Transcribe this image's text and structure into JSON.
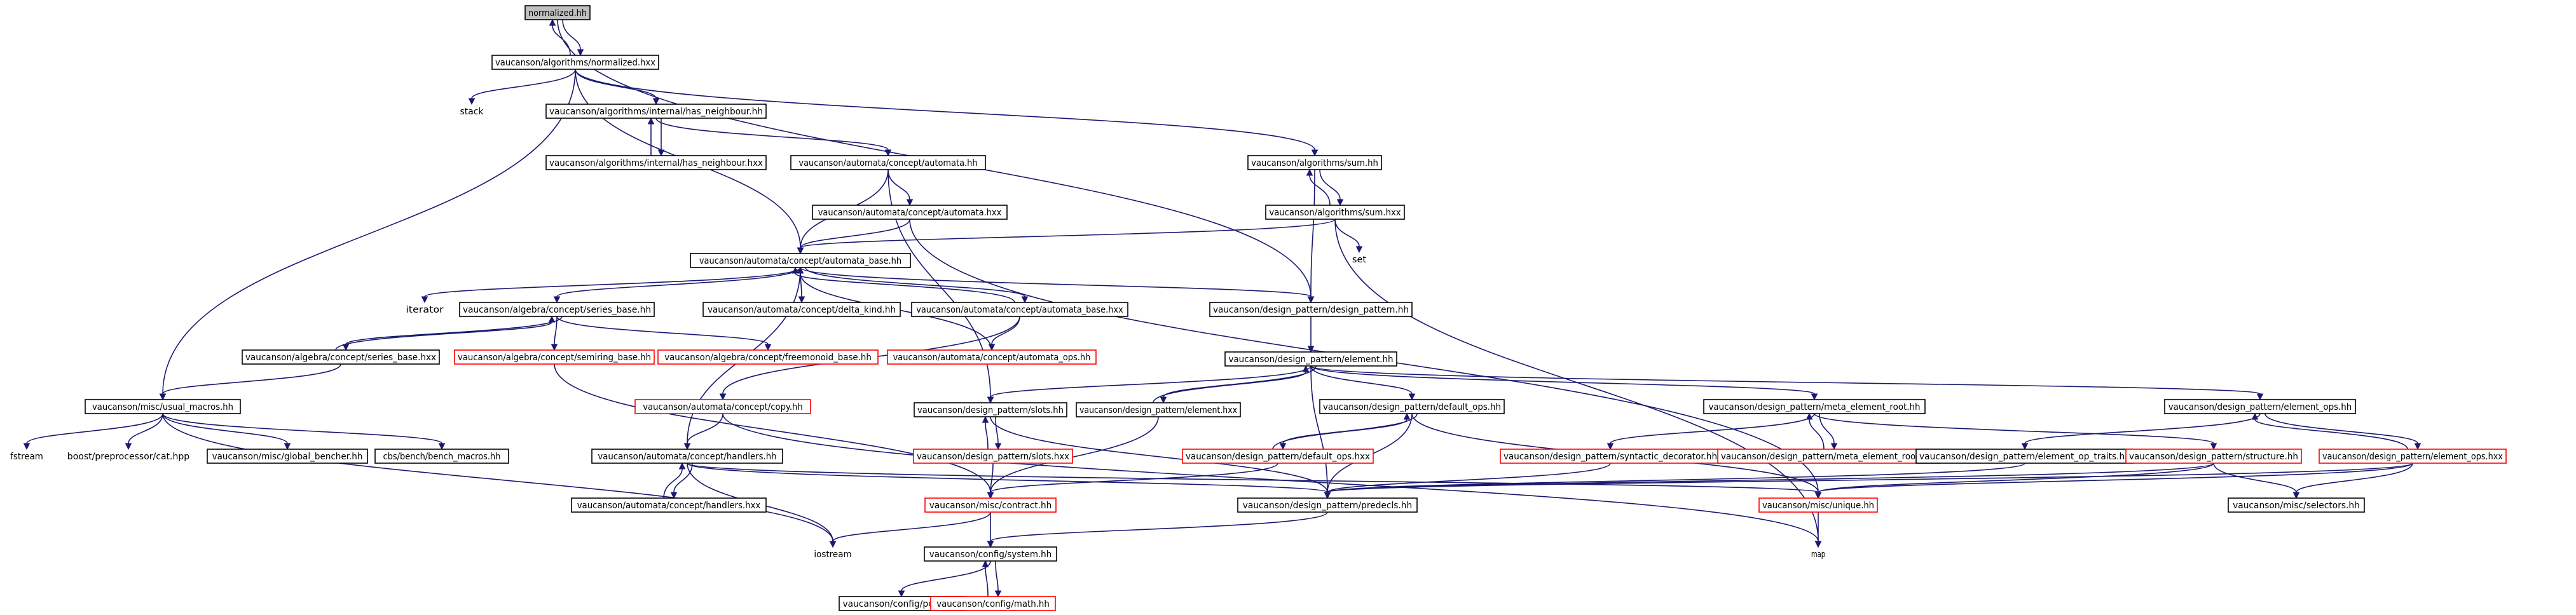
{
  "graph": {
    "edge_color": "#191970",
    "box_border": "#000000",
    "undocumented_border": "#ff0000",
    "current_fill": "#bfbfbf",
    "nodes": [
      {
        "id": "normalized_hh",
        "label": "normalized.hh",
        "kind": "current"
      },
      {
        "id": "algo_normalized_hxx",
        "label": "vaucanson/algorithms/normalized.hxx",
        "kind": "box"
      },
      {
        "id": "stack",
        "label": "stack",
        "kind": "external"
      },
      {
        "id": "has_neighbour_hh",
        "label": "vaucanson/algorithms/internal/has_neighbour.hh",
        "kind": "box"
      },
      {
        "id": "has_neighbour_hxx",
        "label": "vaucanson/algorithms/internal/has_neighbour.hxx",
        "kind": "box"
      },
      {
        "id": "automata_hh",
        "label": "vaucanson/automata/concept/automata.hh",
        "kind": "box"
      },
      {
        "id": "automata_hxx",
        "label": "vaucanson/automata/concept/automata.hxx",
        "kind": "box"
      },
      {
        "id": "sum_hh",
        "label": "vaucanson/algorithms/sum.hh",
        "kind": "box"
      },
      {
        "id": "sum_hxx",
        "label": "vaucanson/algorithms/sum.hxx",
        "kind": "box"
      },
      {
        "id": "set",
        "label": "set",
        "kind": "external"
      },
      {
        "id": "automata_base_hh",
        "label": "vaucanson/automata/concept/automata_base.hh",
        "kind": "box"
      },
      {
        "id": "iterator",
        "label": "iterator",
        "kind": "external"
      },
      {
        "id": "series_base_hh",
        "label": "vaucanson/algebra/concept/series_base.hh",
        "kind": "box"
      },
      {
        "id": "delta_kind_hh",
        "label": "vaucanson/automata/concept/delta_kind.hh",
        "kind": "box"
      },
      {
        "id": "automata_base_hxx",
        "label": "vaucanson/automata/concept/automata_base.hxx",
        "kind": "box"
      },
      {
        "id": "design_pattern_hh",
        "label": "vaucanson/design_pattern/design_pattern.hh",
        "kind": "box"
      },
      {
        "id": "series_base_hxx",
        "label": "vaucanson/algebra/concept/series_base.hxx",
        "kind": "box"
      },
      {
        "id": "semiring_base_hh",
        "label": "vaucanson/algebra/concept/semiring_base.hh",
        "kind": "undocumented"
      },
      {
        "id": "freemonoid_base_hh",
        "label": "vaucanson/algebra/concept/freemonoid_base.hh",
        "kind": "undocumented"
      },
      {
        "id": "automata_ops_hh",
        "label": "vaucanson/automata/concept/automata_ops.hh",
        "kind": "undocumented"
      },
      {
        "id": "element_hh",
        "label": "vaucanson/design_pattern/element.hh",
        "kind": "box"
      },
      {
        "id": "copy_hh",
        "label": "vaucanson/automata/concept/copy.hh",
        "kind": "undocumented"
      },
      {
        "id": "usual_macros_hh",
        "label": "vaucanson/misc/usual_macros.hh",
        "kind": "box"
      },
      {
        "id": "slots_hh",
        "label": "vaucanson/design_pattern/slots.hh",
        "kind": "box"
      },
      {
        "id": "element_hxx",
        "label": "vaucanson/design_pattern/element.hxx",
        "kind": "box"
      },
      {
        "id": "default_ops_hh",
        "label": "vaucanson/design_pattern/default_ops.hh",
        "kind": "box"
      },
      {
        "id": "meta_element_root_hh",
        "label": "vaucanson/design_pattern/meta_element_root.hh",
        "kind": "box"
      },
      {
        "id": "element_ops_hh",
        "label": "vaucanson/design_pattern/element_ops.hh",
        "kind": "box"
      },
      {
        "id": "fstream",
        "label": "fstream",
        "kind": "external"
      },
      {
        "id": "boost_cat_hpp",
        "label": "boost/preprocessor/cat.hpp",
        "kind": "external"
      },
      {
        "id": "global_bencher_hh",
        "label": "vaucanson/misc/global_bencher.hh",
        "kind": "box"
      },
      {
        "id": "bench_macros_hh",
        "label": "cbs/bench/bench_macros.hh",
        "kind": "box"
      },
      {
        "id": "handlers_hh",
        "label": "vaucanson/automata/concept/handlers.hh",
        "kind": "box"
      },
      {
        "id": "slots_hxx",
        "label": "vaucanson/design_pattern/slots.hxx",
        "kind": "undocumented"
      },
      {
        "id": "default_ops_hxx",
        "label": "vaucanson/design_pattern/default_ops.hxx",
        "kind": "undocumented"
      },
      {
        "id": "syntactic_decorator_hh",
        "label": "vaucanson/design_pattern/syntactic_decorator.hh",
        "kind": "undocumented"
      },
      {
        "id": "meta_element_root_hxx",
        "label": "vaucanson/design_pattern/meta_element_root.hxx",
        "kind": "undocumented"
      },
      {
        "id": "element_op_traits_hh",
        "label": "vaucanson/design_pattern/element_op_traits.hh",
        "kind": "box"
      },
      {
        "id": "structure_hh",
        "label": "vaucanson/design_pattern/structure.hh",
        "kind": "undocumented"
      },
      {
        "id": "element_ops_hxx",
        "label": "vaucanson/design_pattern/element_ops.hxx",
        "kind": "undocumented"
      },
      {
        "id": "handlers_hxx",
        "label": "vaucanson/automata/concept/handlers.hxx",
        "kind": "box"
      },
      {
        "id": "contract_hh",
        "label": "vaucanson/misc/contract.hh",
        "kind": "undocumented"
      },
      {
        "id": "predecls_hh",
        "label": "vaucanson/design_pattern/predecls.hh",
        "kind": "box"
      },
      {
        "id": "unique_hh",
        "label": "vaucanson/misc/unique.hh",
        "kind": "undocumented"
      },
      {
        "id": "selectors_hh",
        "label": "vaucanson/misc/selectors.hh",
        "kind": "box"
      },
      {
        "id": "iostream",
        "label": "iostream",
        "kind": "external"
      },
      {
        "id": "system_hh",
        "label": "vaucanson/config/system.hh",
        "kind": "box"
      },
      {
        "id": "map",
        "label": "map",
        "kind": "external"
      },
      {
        "id": "pconf_hh",
        "label": "vaucanson/config/pconf.hh",
        "kind": "box"
      },
      {
        "id": "math_hh",
        "label": "vaucanson/config/math.hh",
        "kind": "undocumented"
      }
    ],
    "edges": [
      [
        "normalized_hh",
        "algo_normalized_hxx"
      ],
      [
        "algo_normalized_hxx",
        "normalized_hh"
      ],
      [
        "normalized_hh",
        "design_pattern_hh"
      ],
      [
        "algo_normalized_hxx",
        "stack"
      ],
      [
        "algo_normalized_hxx",
        "has_neighbour_hh"
      ],
      [
        "algo_normalized_hxx",
        "sum_hh"
      ],
      [
        "algo_normalized_hxx",
        "automata_base_hh"
      ],
      [
        "algo_normalized_hxx",
        "usual_macros_hh"
      ],
      [
        "has_neighbour_hh",
        "has_neighbour_hxx"
      ],
      [
        "has_neighbour_hxx",
        "has_neighbour_hh"
      ],
      [
        "has_neighbour_hh",
        "automata_hh"
      ],
      [
        "automata_hh",
        "automata_hxx"
      ],
      [
        "automata_hh",
        "automata_base_hh"
      ],
      [
        "automata_hh",
        "slots_hh"
      ],
      [
        "automata_hxx",
        "automata_base_hh"
      ],
      [
        "automata_hxx",
        "unique_hh"
      ],
      [
        "sum_hh",
        "sum_hxx"
      ],
      [
        "sum_hxx",
        "sum_hh"
      ],
      [
        "sum_hh",
        "design_pattern_hh"
      ],
      [
        "sum_hxx",
        "set"
      ],
      [
        "sum_hxx",
        "automata_base_hh"
      ],
      [
        "sum_hxx",
        "map"
      ],
      [
        "automata_base_hh",
        "iterator"
      ],
      [
        "automata_base_hh",
        "series_base_hh"
      ],
      [
        "automata_base_hh",
        "delta_kind_hh"
      ],
      [
        "automata_base_hh",
        "automata_base_hxx"
      ],
      [
        "automata_base_hxx",
        "automata_base_hh"
      ],
      [
        "automata_base_hh",
        "design_pattern_hh"
      ],
      [
        "automata_base_hh",
        "handlers_hh"
      ],
      [
        "automata_base_hxx",
        "automata_ops_hh"
      ],
      [
        "automata_base_hxx",
        "copy_hh"
      ],
      [
        "automata_ops_hh",
        "automata_base_hh"
      ],
      [
        "series_base_hh",
        "series_base_hxx"
      ],
      [
        "series_base_hxx",
        "series_base_hh"
      ],
      [
        "series_base_hh",
        "semiring_base_hh"
      ],
      [
        "series_base_hh",
        "freemonoid_base_hh"
      ],
      [
        "series_base_hxx",
        "usual_macros_hh"
      ],
      [
        "semiring_base_hh",
        "contract_hh"
      ],
      [
        "design_pattern_hh",
        "element_hh"
      ],
      [
        "element_hh",
        "slots_hh"
      ],
      [
        "element_hh",
        "element_hxx"
      ],
      [
        "element_hxx",
        "element_hh"
      ],
      [
        "element_hh",
        "default_ops_hh"
      ],
      [
        "element_hh",
        "meta_element_root_hh"
      ],
      [
        "element_hh",
        "element_ops_hh"
      ],
      [
        "element_hh",
        "predecls_hh"
      ],
      [
        "copy_hh",
        "handlers_hh"
      ],
      [
        "copy_hh",
        "map"
      ],
      [
        "usual_macros_hh",
        "fstream"
      ],
      [
        "usual_macros_hh",
        "boost_cat_hpp"
      ],
      [
        "usual_macros_hh",
        "global_bencher_hh"
      ],
      [
        "usual_macros_hh",
        "bench_macros_hh"
      ],
      [
        "usual_macros_hh",
        "iostream"
      ],
      [
        "slots_hh",
        "slots_hxx"
      ],
      [
        "slots_hxx",
        "slots_hh"
      ],
      [
        "slots_hh",
        "predecls_hh"
      ],
      [
        "slots_hxx",
        "contract_hh"
      ],
      [
        "element_hxx",
        "contract_hh"
      ],
      [
        "default_ops_hh",
        "default_ops_hxx"
      ],
      [
        "default_ops_hxx",
        "default_ops_hh"
      ],
      [
        "default_ops_hh",
        "predecls_hh"
      ],
      [
        "default_ops_hh",
        "unique_hh"
      ],
      [
        "default_ops_hxx",
        "contract_hh"
      ],
      [
        "meta_element_root_hh",
        "syntactic_decorator_hh"
      ],
      [
        "meta_element_root_hh",
        "meta_element_root_hxx"
      ],
      [
        "meta_element_root_hxx",
        "meta_element_root_hh"
      ],
      [
        "meta_element_root_hh",
        "structure_hh"
      ],
      [
        "syntactic_decorator_hh",
        "predecls_hh"
      ],
      [
        "element_ops_hh",
        "element_ops_hxx"
      ],
      [
        "element_ops_hxx",
        "element_ops_hh"
      ],
      [
        "element_ops_hh",
        "element_op_traits_hh"
      ],
      [
        "element_op_traits_hh",
        "predecls_hh"
      ],
      [
        "structure_hh",
        "predecls_hh"
      ],
      [
        "structure_hh",
        "unique_hh"
      ],
      [
        "structure_hh",
        "selectors_hh"
      ],
      [
        "element_ops_hxx",
        "unique_hh"
      ],
      [
        "element_ops_hxx",
        "selectors_hh"
      ],
      [
        "element_ops_hxx",
        "predecls_hh"
      ],
      [
        "handlers_hh",
        "handlers_hxx"
      ],
      [
        "handlers_hxx",
        "handlers_hh"
      ],
      [
        "handlers_hh",
        "predecls_hh"
      ],
      [
        "handlers_hh",
        "iostream"
      ],
      [
        "handlers_hh",
        "unique_hh"
      ],
      [
        "contract_hh",
        "system_hh"
      ],
      [
        "contract_hh",
        "iostream"
      ],
      [
        "predecls_hh",
        "system_hh"
      ],
      [
        "unique_hh",
        "map"
      ],
      [
        "system_hh",
        "pconf_hh"
      ],
      [
        "system_hh",
        "math_hh"
      ],
      [
        "math_hh",
        "system_hh"
      ]
    ]
  }
}
